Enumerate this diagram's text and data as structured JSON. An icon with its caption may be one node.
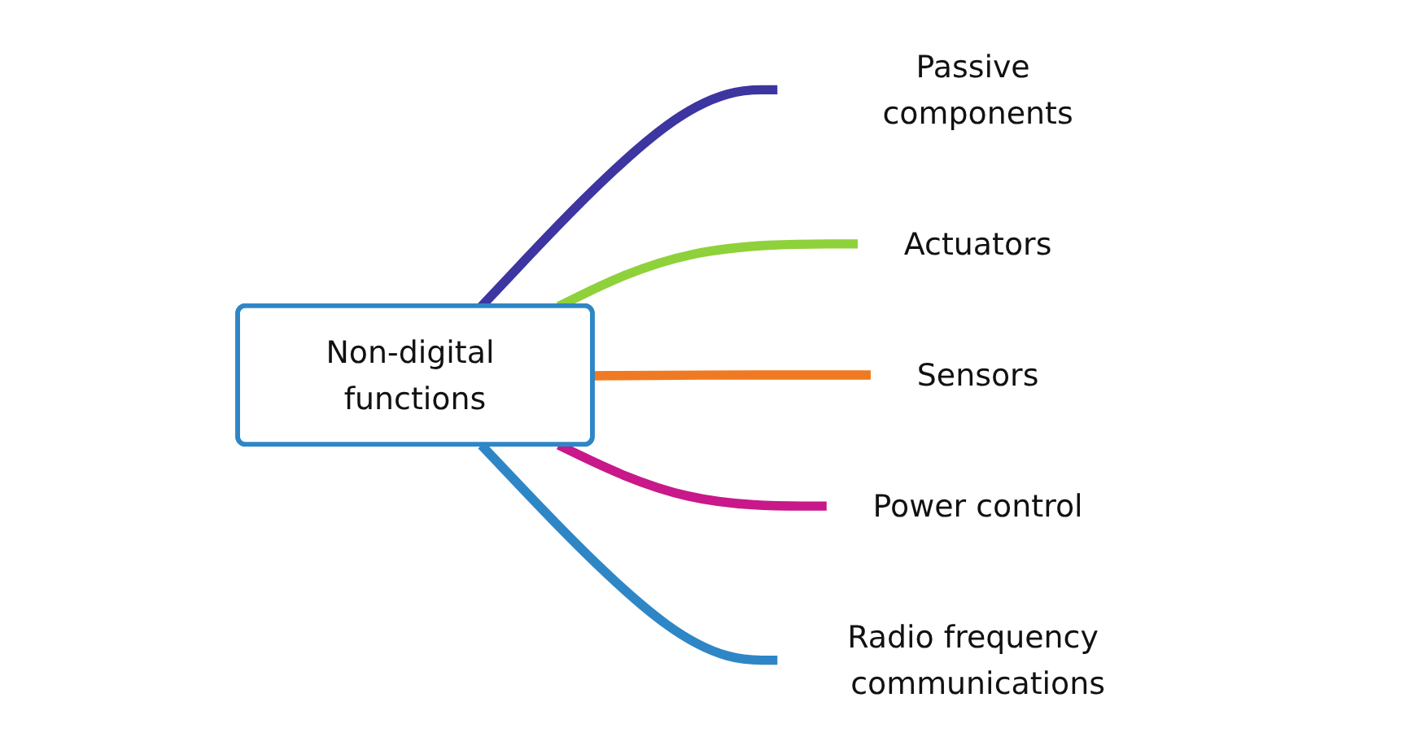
{
  "diagram": {
    "nodes": [
      {
        "text": [
          "Non-digital functions"
        ]
      },
      {
        "text": [
          "Passive components"
        ]
      },
      {
        "text": [
          "Actuators"
        ]
      },
      {
        "text": [
          "Sensors"
        ]
      },
      {
        "text": [
          "Power control"
        ]
      },
      {
        "text": [
          "Radio frequency communications"
        ]
      }
    ],
    "edges": [
      {
        "from": 0,
        "to": 1,
        "arrow": "none",
        "color": "#3d35a0"
      },
      {
        "from": 0,
        "to": 2,
        "arrow": "none",
        "color": "#8fd13a"
      },
      {
        "from": 0,
        "to": 3,
        "arrow": "none",
        "color": "#f07a22"
      },
      {
        "from": 0,
        "to": 4,
        "arrow": "none",
        "color": "#c8188a"
      },
      {
        "from": 0,
        "to": 5,
        "arrow": "none",
        "color": "#2f86c6"
      }
    ]
  }
}
